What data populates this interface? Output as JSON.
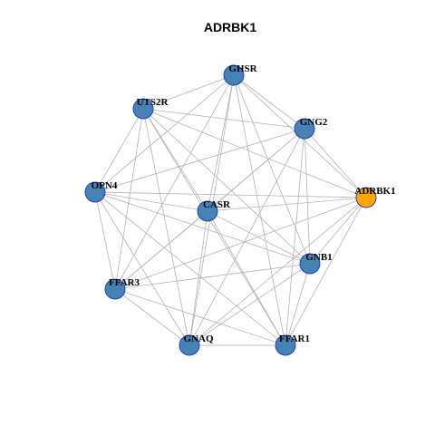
{
  "title": "ADRBK1",
  "colors": {
    "node_default": "#4682b4",
    "node_highlight": "#ffa500",
    "node_border": "#1f3fbf",
    "edge": "#b3b3b3"
  },
  "nodes": [
    {
      "id": "GHSR",
      "label": "GHSR",
      "highlight": false
    },
    {
      "id": "UTS2R",
      "label": "UTS2R",
      "highlight": false
    },
    {
      "id": "GNG2",
      "label": "GNG2",
      "highlight": false
    },
    {
      "id": "OPN4",
      "label": "OPN4",
      "highlight": false
    },
    {
      "id": "ADRBK1",
      "label": "ADRBK1",
      "highlight": true
    },
    {
      "id": "CASR",
      "label": "CASR",
      "highlight": false
    },
    {
      "id": "GNB1",
      "label": "GNB1",
      "highlight": false
    },
    {
      "id": "FFAR3",
      "label": "FFAR3",
      "highlight": false
    },
    {
      "id": "GNAQ",
      "label": "GNAQ",
      "highlight": false
    },
    {
      "id": "FFAR1",
      "label": "FFAR1",
      "highlight": false
    }
  ],
  "edges": [
    [
      "GHSR",
      "UTS2R"
    ],
    [
      "GHSR",
      "GNG2"
    ],
    [
      "GHSR",
      "OPN4"
    ],
    [
      "GHSR",
      "ADRBK1"
    ],
    [
      "GHSR",
      "CASR"
    ],
    [
      "GHSR",
      "GNB1"
    ],
    [
      "GHSR",
      "FFAR3"
    ],
    [
      "GHSR",
      "GNAQ"
    ],
    [
      "GHSR",
      "FFAR1"
    ],
    [
      "UTS2R",
      "GNG2"
    ],
    [
      "UTS2R",
      "OPN4"
    ],
    [
      "UTS2R",
      "ADRBK1"
    ],
    [
      "UTS2R",
      "CASR"
    ],
    [
      "UTS2R",
      "GNB1"
    ],
    [
      "UTS2R",
      "FFAR3"
    ],
    [
      "UTS2R",
      "GNAQ"
    ],
    [
      "UTS2R",
      "FFAR1"
    ],
    [
      "GNG2",
      "OPN4"
    ],
    [
      "GNG2",
      "ADRBK1"
    ],
    [
      "GNG2",
      "CASR"
    ],
    [
      "GNG2",
      "GNB1"
    ],
    [
      "GNG2",
      "FFAR3"
    ],
    [
      "GNG2",
      "GNAQ"
    ],
    [
      "GNG2",
      "FFAR1"
    ],
    [
      "OPN4",
      "ADRBK1"
    ],
    [
      "OPN4",
      "CASR"
    ],
    [
      "OPN4",
      "GNB1"
    ],
    [
      "OPN4",
      "FFAR3"
    ],
    [
      "OPN4",
      "GNAQ"
    ],
    [
      "OPN4",
      "FFAR1"
    ],
    [
      "ADRBK1",
      "CASR"
    ],
    [
      "ADRBK1",
      "GNB1"
    ],
    [
      "ADRBK1",
      "FFAR3"
    ],
    [
      "ADRBK1",
      "GNAQ"
    ],
    [
      "ADRBK1",
      "FFAR1"
    ],
    [
      "CASR",
      "GNB1"
    ],
    [
      "CASR",
      "FFAR3"
    ],
    [
      "CASR",
      "GNAQ"
    ],
    [
      "CASR",
      "FFAR1"
    ],
    [
      "GNB1",
      "FFAR3"
    ],
    [
      "GNB1",
      "GNAQ"
    ],
    [
      "GNB1",
      "FFAR1"
    ],
    [
      "FFAR3",
      "GNAQ"
    ],
    [
      "FFAR3",
      "FFAR1"
    ],
    [
      "GNAQ",
      "FFAR1"
    ]
  ]
}
